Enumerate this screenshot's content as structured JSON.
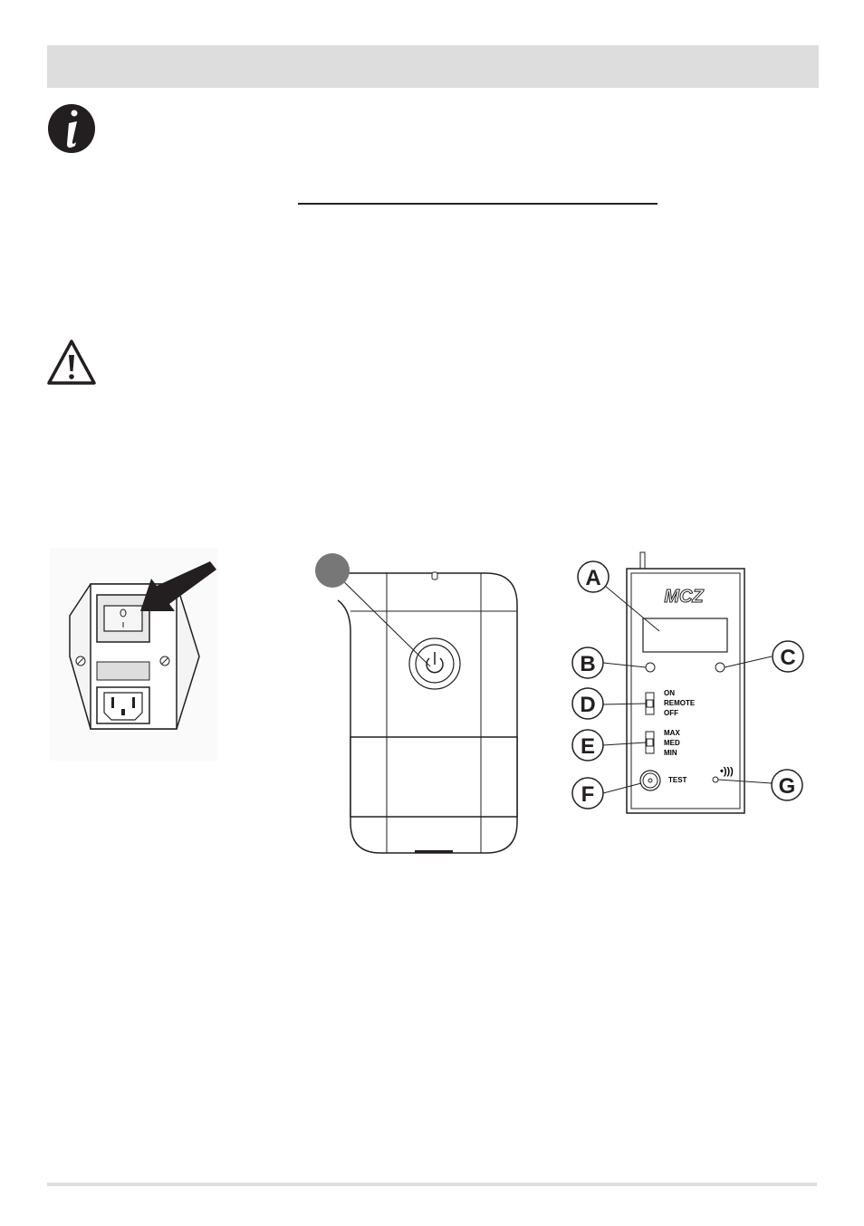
{
  "figures": {
    "receiver": {
      "logo": "MCZ",
      "labels": {
        "a": "A",
        "b": "B",
        "c": "C",
        "d": "D",
        "e": "E",
        "f": "F",
        "g": "G"
      },
      "mode_switch": [
        "ON",
        "REMOTE",
        "OFF"
      ],
      "power_switch": [
        "MAX",
        "MED",
        "MIN"
      ],
      "test_label": "TEST"
    }
  },
  "colors": {
    "header": "#dddddd",
    "ink": "#231f20",
    "callout": "#777777"
  }
}
